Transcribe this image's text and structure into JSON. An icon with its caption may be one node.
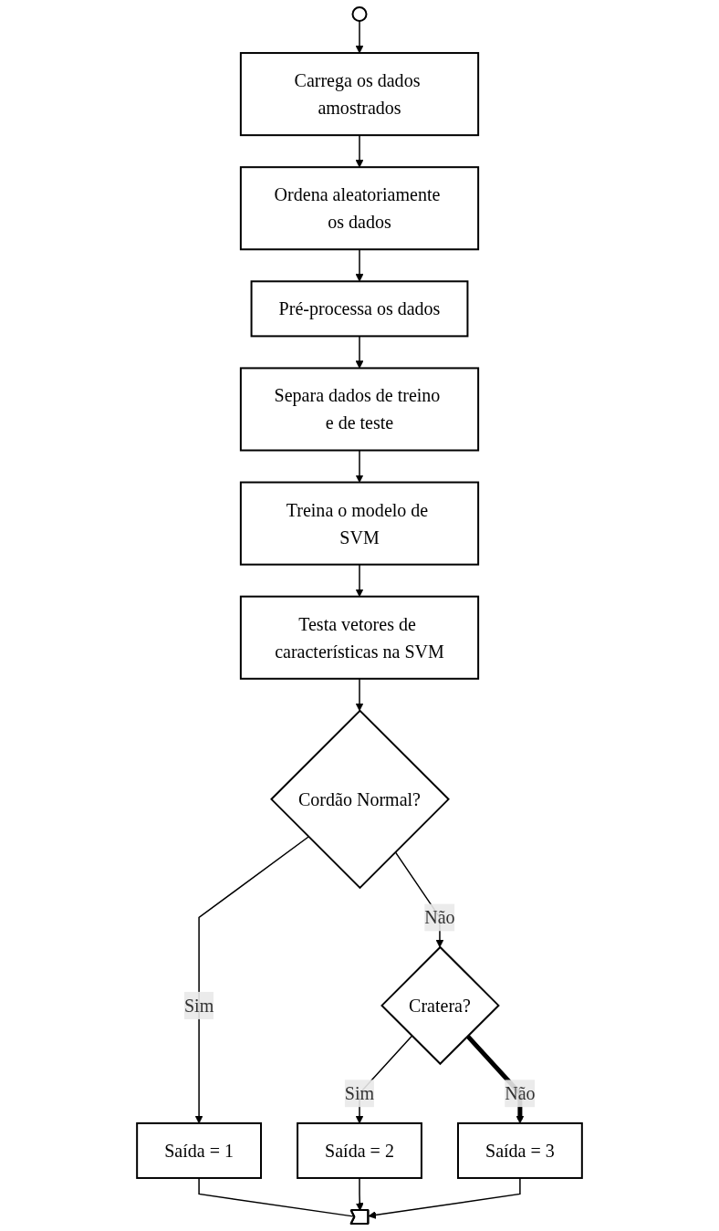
{
  "diagram": {
    "nodes": [
      {
        "text": [],
        "shape": "circle"
      },
      {
        "text": [
          "Carrega os dados amostrados"
        ]
      },
      {
        "text": [
          "Ordena aleatoriamente os dados"
        ]
      },
      {
        "text": [
          "Pré-processa os dados"
        ]
      },
      {
        "text": [
          "Separa dados de treino e de teste"
        ]
      },
      {
        "text": [
          "Treina o modelo de SVM"
        ]
      },
      {
        "text": [
          "Testa vetores de características na SVM"
        ]
      },
      {
        "text": [
          "Cordão Normal?"
        ]
      },
      {
        "text": [
          "Cratera?"
        ]
      },
      {
        "text": [
          "Saída = 1"
        ]
      },
      {
        "text": [
          "Saída = 2"
        ]
      },
      {
        "text": [
          "Saída = 3"
        ]
      },
      {
        "text": [],
        "shape": "pentagon"
      }
    ],
    "edges": [
      {
        "from": 0,
        "to": 1,
        "arrow": "to"
      },
      {
        "from": 1,
        "to": 2,
        "arrow": "to"
      },
      {
        "from": 2,
        "to": 3,
        "arrow": "to"
      },
      {
        "from": 3,
        "to": 4,
        "arrow": "to"
      },
      {
        "from": 4,
        "to": 5,
        "arrow": "to"
      },
      {
        "from": 5,
        "to": 6,
        "arrow": "to"
      },
      {
        "from": 6,
        "to": 7,
        "arrow": "to"
      },
      {
        "from": 7,
        "to": 8,
        "label": "Não",
        "arrow": "to"
      },
      {
        "from": 7,
        "to": 9,
        "label": "Sim",
        "arrow": "to"
      },
      {
        "from": 8,
        "to": 10,
        "label": "Sim",
        "arrow": "to"
      },
      {
        "from": 8,
        "to": 11,
        "label": "Não",
        "arrow": "to",
        "style": "thick"
      },
      {
        "from": 9,
        "to": 12,
        "arrow": "none"
      },
      {
        "from": 10,
        "to": 12,
        "arrow": "to"
      },
      {
        "from": 11,
        "to": 12,
        "arrow": "to"
      }
    ]
  }
}
